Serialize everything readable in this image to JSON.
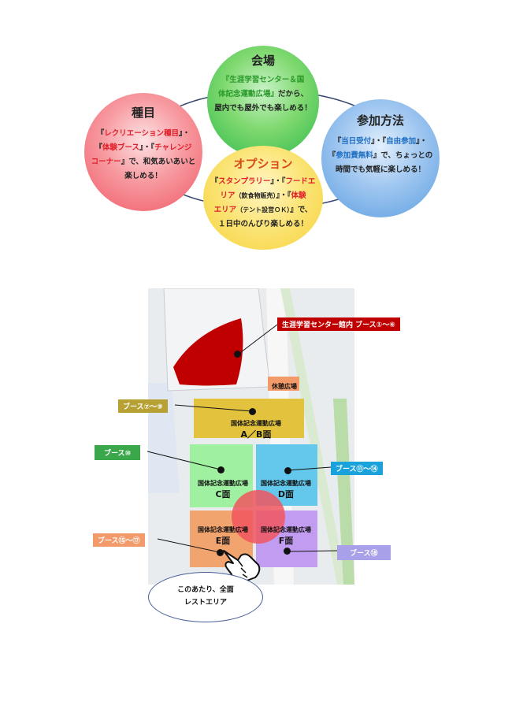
{
  "circles": {
    "venue": {
      "title": "会場",
      "line1": "『生涯学習センター＆国",
      "line2": "体記念運動広場』",
      "line2b": "だから、",
      "line3": "屋内でも屋外でも楽しめる！"
    },
    "events": {
      "title": "種目",
      "line1a": "『",
      "line1b": "レクリエーション種目",
      "line1c": "』・",
      "line2a": "『",
      "line2b": "体験ブース",
      "line2c": "』・『",
      "line2d": "チャレンジ",
      "line3a": "コーナー",
      "line3b": "』で、和気あいあいと",
      "line4": "楽しめる！"
    },
    "participation": {
      "title": "参加方法",
      "line1a": "『",
      "line1b": "当日受付",
      "line1c": "』・『",
      "line1d": "自由参加",
      "line1e": "』・",
      "line2a": "『",
      "line2b": "参加費無料",
      "line2c": "』で、ちょっとの",
      "line3": "時間でも気軽に楽しめる！"
    },
    "option": {
      "title": "オプション",
      "line1a": "『",
      "line1b": "スタンプラリー",
      "line1c": "』・『",
      "line1d": "フードエ",
      "line2a": "リア",
      "line2b": "（飲食物販売）",
      "line2c": "』・『",
      "line2d": "体験",
      "line3a": "エリア",
      "line3b": "（テント設営ＯＫ）",
      "line3c": "』で、",
      "line4": "１日中のんびり楽しめる！"
    }
  },
  "map": {
    "labels": {
      "booth1": "生涯学習センター館内 ブース①～⑥",
      "rest_plaza": "休憩広場",
      "booth2": "ブース⑦～⑨",
      "booth3": "ブース⑩",
      "booth4": "ブース⑪～⑭",
      "booth5": "ブース⑮～⑰",
      "booth6": "ブース⑱"
    },
    "zones": {
      "ab": {
        "name": "国体記念運動広場",
        "face": "A／B面"
      },
      "c": {
        "name": "国体記念運動広場",
        "face": "C面"
      },
      "d": {
        "name": "国体記念運動広場",
        "face": "D面"
      },
      "e": {
        "name": "国体記念運動広場",
        "face": "E面"
      },
      "f": {
        "name": "国体記念運動広場",
        "face": "F面"
      }
    },
    "callout": {
      "line1": "このあたり、全面",
      "line2": "レストエリア"
    }
  },
  "colors": {
    "green": "#2db84b",
    "red": "#f05a64",
    "blue": "#5a9ee0",
    "yellow": "#f6d23a",
    "booth_red": "#c00000",
    "booth_olive": "#b7a133",
    "booth_green": "#3aa84a",
    "booth_blue": "#19a2dc",
    "booth_orange": "#f29a6a",
    "booth_lavender": "#a8a0e8"
  }
}
